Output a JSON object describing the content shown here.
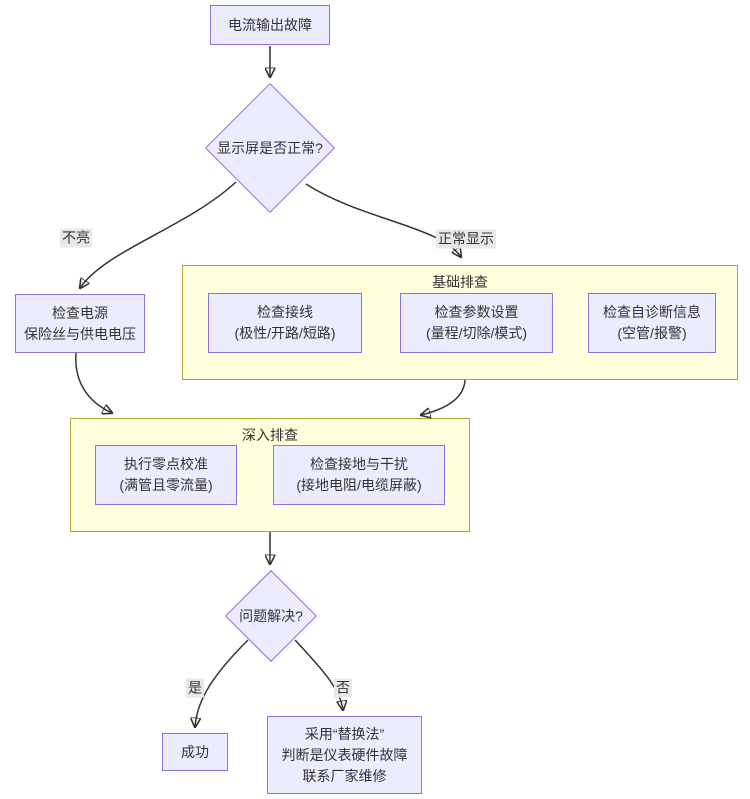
{
  "diagram_type": "flowchart",
  "nodes": {
    "start": {
      "label": "电流输出故障"
    },
    "display_decision": {
      "label": "显示屏是否正常?"
    },
    "check_power": {
      "label": "检查电源\n保险丝与供电电压"
    },
    "check_wiring": {
      "label": "检查接线\n(极性/开路/短路)"
    },
    "check_params": {
      "label": "检查参数设置\n(量程/切除/模式)"
    },
    "check_diag": {
      "label": "检查自诊断信息\n(空管/报警)"
    },
    "zero_cal": {
      "label": "执行零点校准\n(满管且零流量)"
    },
    "check_ground": {
      "label": "检查接地与干扰\n(接地电阻/电缆屏蔽)"
    },
    "solved_decision": {
      "label": "问题解决?"
    },
    "success": {
      "label": "成功"
    },
    "replace": {
      "label": "采用“替换法”\n判断是仪表硬件故障\n联系厂家维修"
    }
  },
  "subgraphs": {
    "basic": {
      "title": "基础排查"
    },
    "deep": {
      "title": "深入排查"
    }
  },
  "edges": [
    {
      "from": "start",
      "to": "display_decision",
      "label": ""
    },
    {
      "from": "display_decision",
      "to": "check_power",
      "label": "不亮"
    },
    {
      "from": "display_decision",
      "to": "basic",
      "label": "正常显示"
    },
    {
      "from": "check_power",
      "to": "deep",
      "label": ""
    },
    {
      "from": "basic",
      "to": "deep",
      "label": ""
    },
    {
      "from": "deep",
      "to": "solved_decision",
      "label": ""
    },
    {
      "from": "solved_decision",
      "to": "success",
      "label": "是"
    },
    {
      "from": "solved_decision",
      "to": "replace",
      "label": "否"
    }
  ],
  "colors": {
    "node_fill": "#ececff",
    "node_border": "#9370db",
    "subgraph_fill": "#ffffde",
    "subgraph_border": "#aaaa33",
    "edge_stroke": "#333333",
    "edge_label_bg": "#e8e8e8",
    "text": "#333333",
    "background": "#ffffff"
  }
}
